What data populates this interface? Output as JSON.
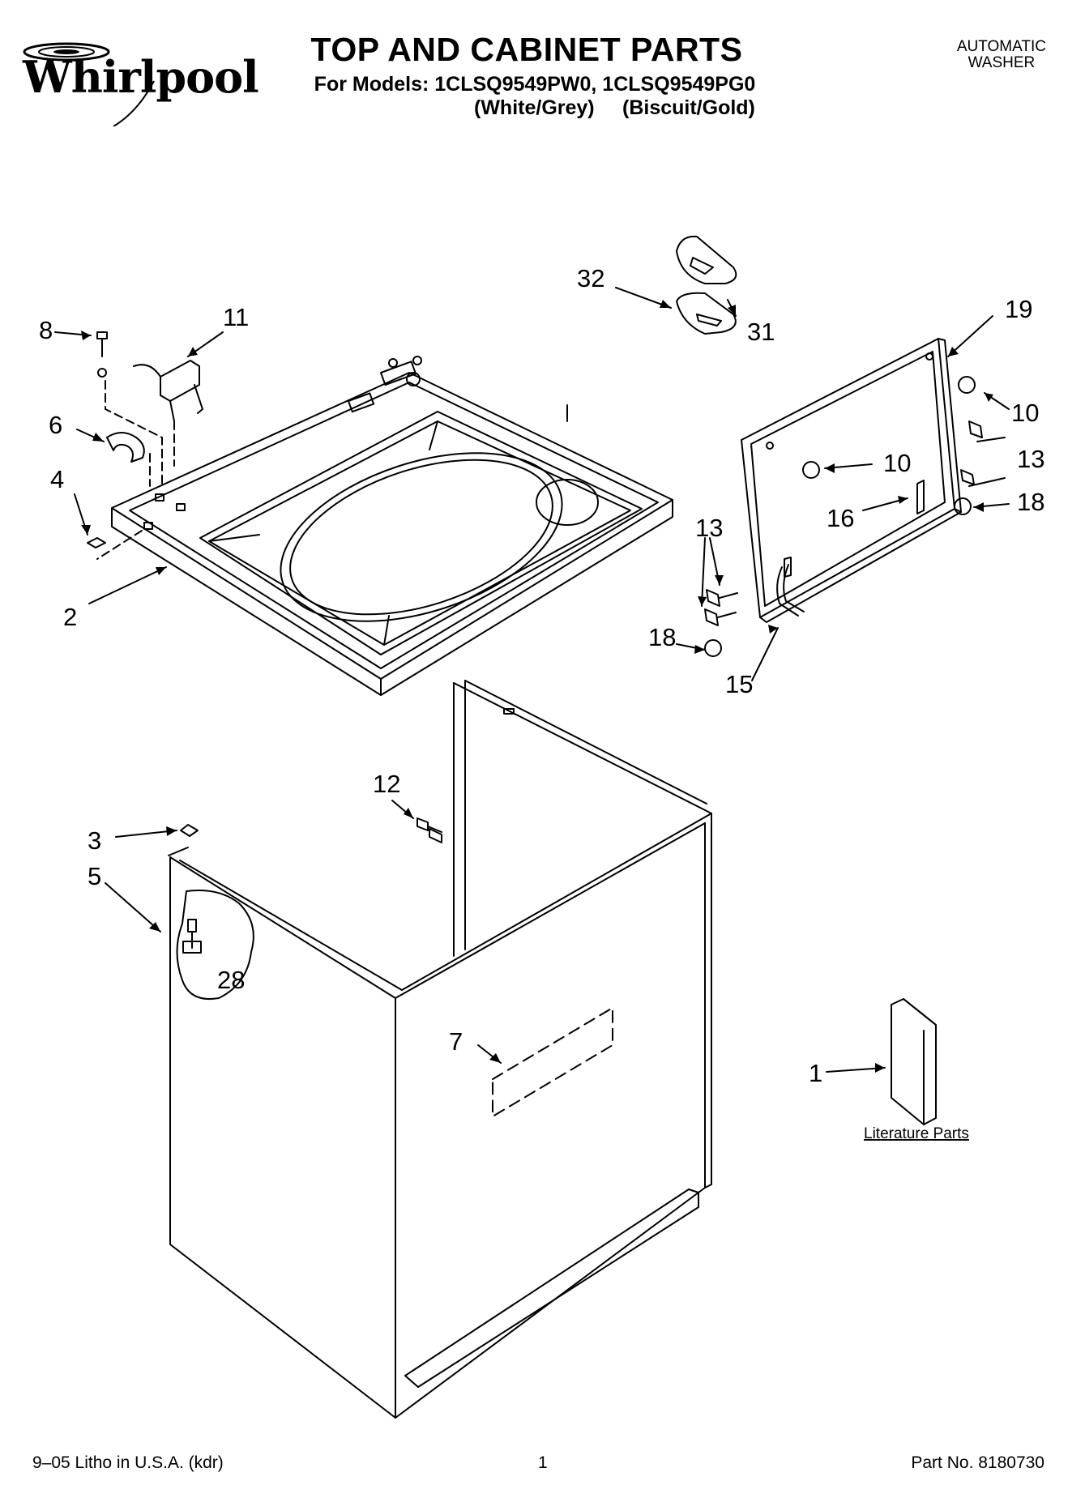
{
  "header": {
    "brand": "Whirlpool",
    "title": "TOP AND CABINET PARTS",
    "models_line": "For Models: 1CLSQ9549PW0, 1CLSQ9549PG0",
    "variant_1": "(White/Grey)",
    "variant_2": "(Biscuit/Gold)",
    "product_type_line1": "AUTOMATIC",
    "product_type_line2": "WASHER"
  },
  "callouts": {
    "c1": "1",
    "c2": "2",
    "c3": "3",
    "c4": "4",
    "c5": "5",
    "c6": "6",
    "c7": "7",
    "c8": "8",
    "c10a": "10",
    "c10b": "10",
    "c11": "11",
    "c12": "12",
    "c13a": "13",
    "c13b": "13",
    "c15": "15",
    "c16": "16",
    "c18a": "18",
    "c18b": "18",
    "c19": "19",
    "c28": "28",
    "c31": "31",
    "c32": "32"
  },
  "literature_label": "Literature Parts",
  "footer": {
    "left": "9–05 Litho in U.S.A. (kdr)",
    "page": "1",
    "part_no": "Part No. 8180730"
  }
}
